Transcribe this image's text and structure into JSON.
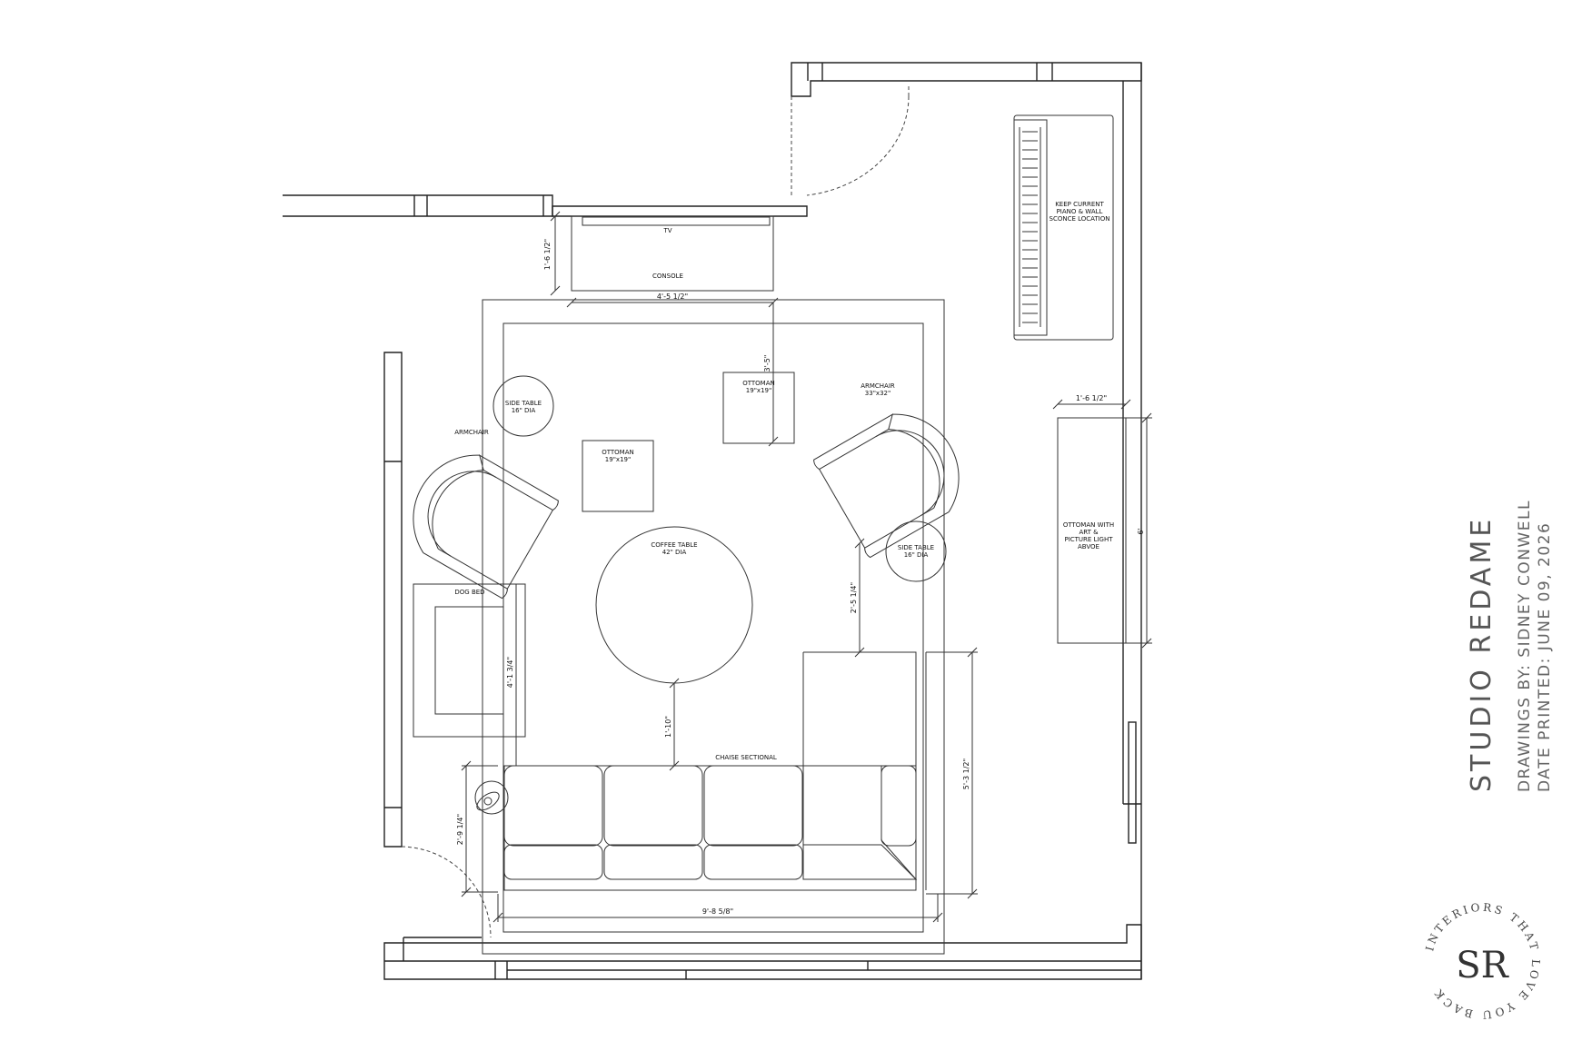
{
  "plan": {
    "furniture": {
      "tv": "TV",
      "console": "CONSOLE",
      "piano_note": [
        "KEEP CURRENT",
        "PIANO & WALL",
        "SCONCE LOCATION"
      ],
      "side_table_1": [
        "SIDE TABLE",
        "16\" DIA"
      ],
      "side_table_2": [
        "SIDE TABLE",
        "16\" DIA"
      ],
      "armchair_left": "ARMCHAIR",
      "armchair_right": [
        "ARMCHAIR",
        "33\"x32\""
      ],
      "ottoman_1": [
        "OTTOMAN",
        "19\"x19\""
      ],
      "ottoman_2": [
        "OTTOMAN",
        "19\"x19\""
      ],
      "coffee_table": [
        "COFFEE TABLE",
        "42\" DIA"
      ],
      "dog_bed": "DOG BED",
      "chaise": "CHAISE SECTIONAL",
      "ottoman_art": [
        "OTTOMAN WITH",
        "ART &",
        "PICTURE LIGHT",
        "ABVOE"
      ]
    },
    "dimensions": {
      "console_depth": "1'-6 1/2\"",
      "console_width": "4'-5 1/2\"",
      "ottoman_gap": "3'-5\"",
      "chair_gap": "2'-5 1/4\"",
      "dog_bed": "4'-1 3/4\"",
      "coffee_gap": "1'-10\"",
      "sectional_depth": "5'-3 1/2\"",
      "sectional_width": "9'-8 5/8\"",
      "door_clear": "2'-9 1/4\"",
      "ottoman_art_depth": "1'-6 1/2\"",
      "ottoman_art_len": "6'"
    }
  },
  "titleblock": {
    "studio": "STUDIO REDAME",
    "drawings_by": "DRAWINGS BY:  SIDNEY CONWELL",
    "date_printed": "DATE PRINTED:  JUNE 09, 2026"
  },
  "logo": {
    "monogram": "SR",
    "ring_text": "INTERIORS THAT LOVE YOU BACK"
  }
}
